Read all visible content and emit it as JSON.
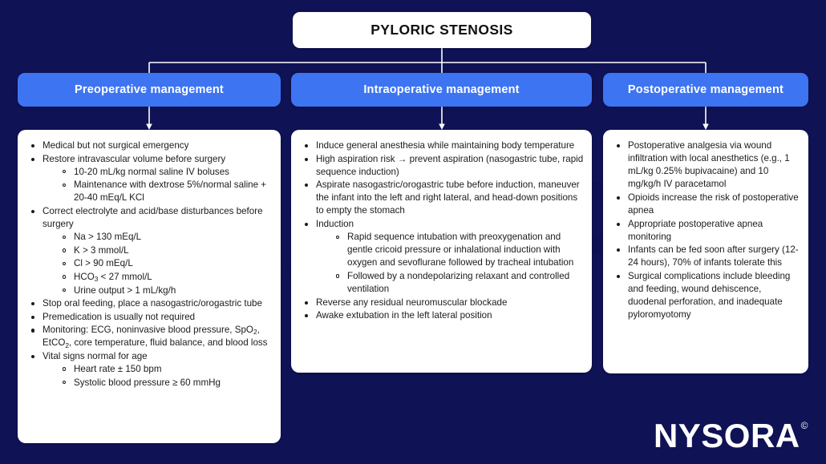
{
  "title": "PYLORIC STENOSIS",
  "watermark_text": "NYSORA",
  "logo": {
    "text": "NYSORA",
    "mark": "©"
  },
  "colors": {
    "background": "#0f1255",
    "header_blue": "#3d74f2",
    "panel_white": "#ffffff",
    "text_dark": "#1b1b1b",
    "connector": "#ffffff"
  },
  "columns": [
    {
      "id": "preoperative",
      "header": "Preoperative management",
      "items": [
        {
          "text": "Medical but not surgical emergency"
        },
        {
          "text": "Restore intravascular volume before surgery",
          "children": [
            {
              "text": "10-20 mL/kg normal saline IV boluses"
            },
            {
              "text": "Maintenance with dextrose 5%/normal saline + 20-40 mEq/L KCl"
            }
          ]
        },
        {
          "text": "Correct electrolyte and acid/base disturbances before surgery",
          "children": [
            {
              "text": "Na > 130 mEq/L"
            },
            {
              "text": "K > 3 mmol/L"
            },
            {
              "text": "Cl > 90 mEq/L"
            },
            {
              "html": "HCO<sub>3</sub> < 27 mmol/L"
            },
            {
              "text": "Urine output > 1 mL/kg/h"
            }
          ]
        },
        {
          "text": "Stop oral feeding, place a nasogastric/orogastric tube"
        },
        {
          "text": "Premedication is usually not required"
        },
        {
          "html": "Monitoring: ECG, noninvasive blood pressure, SpO<sub>2</sub>, EtCO<sub>2</sub>, core temperature, fluid balance, and blood loss"
        },
        {
          "text": "Vital signs normal for age",
          "children": [
            {
              "text": "Heart rate ± 150 bpm"
            },
            {
              "text": "Systolic blood pressure ≥ 60 mmHg"
            }
          ]
        }
      ]
    },
    {
      "id": "intraoperative",
      "header": "Intraoperative management",
      "items": [
        {
          "text": "Induce general anesthesia while maintaining body temperature"
        },
        {
          "text": "High aspiration risk → prevent aspiration (nasogastric tube, rapid sequence induction)"
        },
        {
          "text": "Aspirate nasogastric/orogastric tube before induction, maneuver the infant into the left and right lateral, and head-down positions to empty the stomach"
        },
        {
          "text": "Induction",
          "children": [
            {
              "text": "Rapid sequence intubation with preoxygenation and gentle cricoid pressure or  inhalational induction with oxygen and sevoflurane followed by tracheal intubation"
            },
            {
              "text": "Followed by a nondepolarizing relaxant and controlled ventilation"
            }
          ]
        },
        {
          "text": "Reverse any residual neuromuscular blockade"
        },
        {
          "text": "Awake extubation in the left lateral position"
        }
      ]
    },
    {
      "id": "postoperative",
      "header": "Postoperative management",
      "items": [
        {
          "text": "Postoperative analgesia via wound infiltration with local anesthetics (e.g., 1 mL/kg 0.25% bupivacaine) and 10 mg/kg/h IV paracetamol"
        },
        {
          "text": "Opioids increase the risk of postoperative apnea"
        },
        {
          "text": "Appropriate postoperative apnea monitoring"
        },
        {
          "text": "Infants can be fed soon after surgery (12-24 hours), 70% of infants tolerate this"
        },
        {
          "text": "Surgical complications include bleeding and feeding, wound dehiscence, duodenal perforation, and inadequate pyloromyotomy"
        }
      ]
    }
  ]
}
